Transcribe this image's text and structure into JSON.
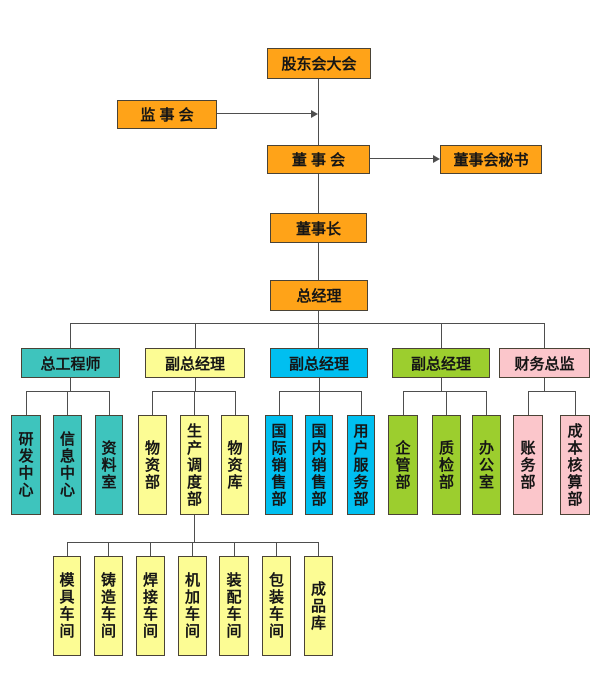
{
  "org_chart": {
    "nodes": {
      "shareholders_meeting": "股东会大会",
      "supervisory_board": "监 事 会",
      "board_of_directors": "董 事 会",
      "board_secretary": "董事会秘书",
      "chairman": "董事长",
      "general_manager": "总经理",
      "chief_engineer": "总工程师",
      "deputy_gm_1": "副总经理",
      "deputy_gm_2": "副总经理",
      "deputy_gm_3": "副总经理",
      "finance_director": "财务总监",
      "rd_center": "研发中心",
      "info_center": "信息中心",
      "archive_room": "资料室",
      "materials_dept": "物资部",
      "production_dispatch_dept": "生产调度部",
      "materials_warehouse": "物资库",
      "intl_sales_dept": "国际销售部",
      "domestic_sales_dept": "国内销售部",
      "customer_service_dept": "用户服务部",
      "enterprise_mgmt_dept": "企管部",
      "quality_inspection_dept": "质检部",
      "office": "办公室",
      "accounting_dept": "账务部",
      "cost_accounting_dept": "成本核算部",
      "mold_workshop": "模具车间",
      "casting_workshop": "铸造车间",
      "welding_workshop": "焊接车间",
      "machining_workshop": "机加车间",
      "assembly_workshop": "装配车间",
      "packaging_workshop": "包装车间",
      "finished_goods_warehouse": "成品库"
    },
    "colors": {
      "executive_fill": "#FFA318",
      "chief_engineer_fill": "#3EC4BD",
      "production_branch_fill": "#FCFC94",
      "sales_branch_fill": "#00BFF0",
      "admin_branch_fill": "#9CCE2E",
      "finance_branch_fill": "#FBC6CB",
      "connector_line": "#4e4e4e",
      "box_border": "#4a4336",
      "text": "#151515",
      "background": "#ffffff"
    },
    "edges": [
      [
        "股东会大会",
        "董事会"
      ],
      [
        "监事会",
        "主干(箭头)"
      ],
      [
        "董事会",
        "董事会秘书(箭头)"
      ],
      [
        "董事会",
        "董事长"
      ],
      [
        "董事长",
        "总经理"
      ],
      [
        "总经理",
        "总工程师"
      ],
      [
        "总经理",
        "副总经理(物资)"
      ],
      [
        "总经理",
        "副总经理(销售)"
      ],
      [
        "总经理",
        "副总经理(管理)"
      ],
      [
        "总经理",
        "财务总监"
      ],
      [
        "总工程师",
        "研发中心/信息中心/资料室"
      ],
      [
        "副总经理(物资)",
        "物资部/生产调度部/物资库"
      ],
      [
        "副总经理(销售)",
        "国际销售部/国内销售部/用户服务部"
      ],
      [
        "副总经理(管理)",
        "企管部/质检部/办公室"
      ],
      [
        "财务总监",
        "账务部/成本核算部"
      ],
      [
        "生产调度部",
        "模具车间/铸造车间/焊接车间/机加车间/装配车间/包装车间/成品库"
      ]
    ]
  }
}
